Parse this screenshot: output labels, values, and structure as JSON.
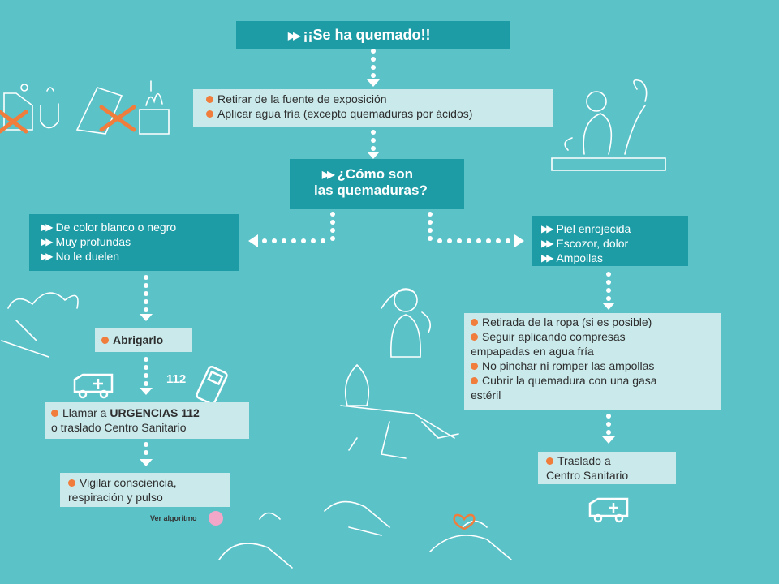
{
  "title": "¡¡Se ha quemado!!",
  "first_aid": [
    "Retirar de la fuente de exposición",
    "Aplicar agua fría (excepto quemaduras por ácidos)"
  ],
  "question": {
    "line1": "¿Cómo son",
    "line2": "las quemaduras?"
  },
  "severe": {
    "symptoms": [
      "De color blanco o negro",
      "Muy profundas",
      "No le duelen"
    ],
    "step1": "Abrigarlo",
    "phone_label": "112",
    "step2": {
      "prefix": "Llamar a ",
      "bold": "URGENCIAS 112",
      "line2": "o traslado Centro Sanitario"
    },
    "step3": {
      "line1": "Vigilar consciencia,",
      "line2": "respiración y pulso"
    },
    "algorithm_note": "Ver algoritmo"
  },
  "mild": {
    "symptoms": [
      "Piel enrojecida",
      "Escozor, dolor",
      "Ampollas"
    ],
    "steps": [
      {
        "lines": [
          "Retirada de la ropa (si es posible)"
        ]
      },
      {
        "lines": [
          "Seguir aplicando compresas",
          "empapadas en agua fría"
        ]
      },
      {
        "lines": [
          "No pinchar ni romper las ampollas"
        ]
      },
      {
        "lines": [
          "Cubrir la quemadura con una gasa",
          "estéril"
        ]
      }
    ],
    "transfer": {
      "line1": "Traslado a",
      "line2": "Centro Sanitario"
    }
  },
  "colors": {
    "background": "#5bc2c8",
    "dark_box": "#1e9ca6",
    "light_box": "#c9e9eb",
    "bullet": "#f07d3c",
    "algorithm_dot": "#f2a6c8",
    "heart": "#f07d3c"
  },
  "icons": [
    "ambulance-icon",
    "mobile-phone-icon",
    "heart-icon",
    "illustration-chemicals-crossed",
    "illustration-fire-crossed",
    "illustration-person-washing",
    "illustration-person-undressing",
    "illustration-person-lying",
    "illustration-resuscitation"
  ]
}
